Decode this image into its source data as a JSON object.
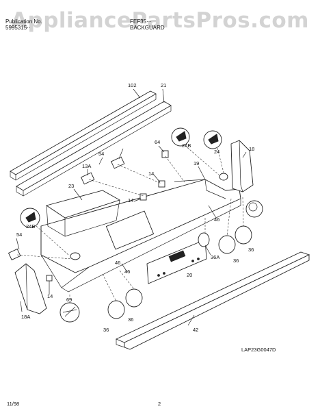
{
  "header": {
    "publication_label": "Publication No.",
    "publication_number": "5995315··",
    "model_label": "FEF35···",
    "section_title": "BACKGUARD"
  },
  "watermark": "AppliancePartsPros.com",
  "diagram_code": "LAP23G0047D",
  "footer": {
    "date": "11/98",
    "page": "2"
  },
  "parts": [
    "102",
    "21",
    "64",
    "24B",
    "24",
    "18",
    "54",
    "13A",
    "14",
    "19",
    "23",
    "14",
    "46",
    "54",
    "24B",
    "46",
    "69",
    "36",
    "36A",
    "36",
    "18A",
    "14",
    "46",
    "20",
    "36",
    "36",
    "42"
  ]
}
